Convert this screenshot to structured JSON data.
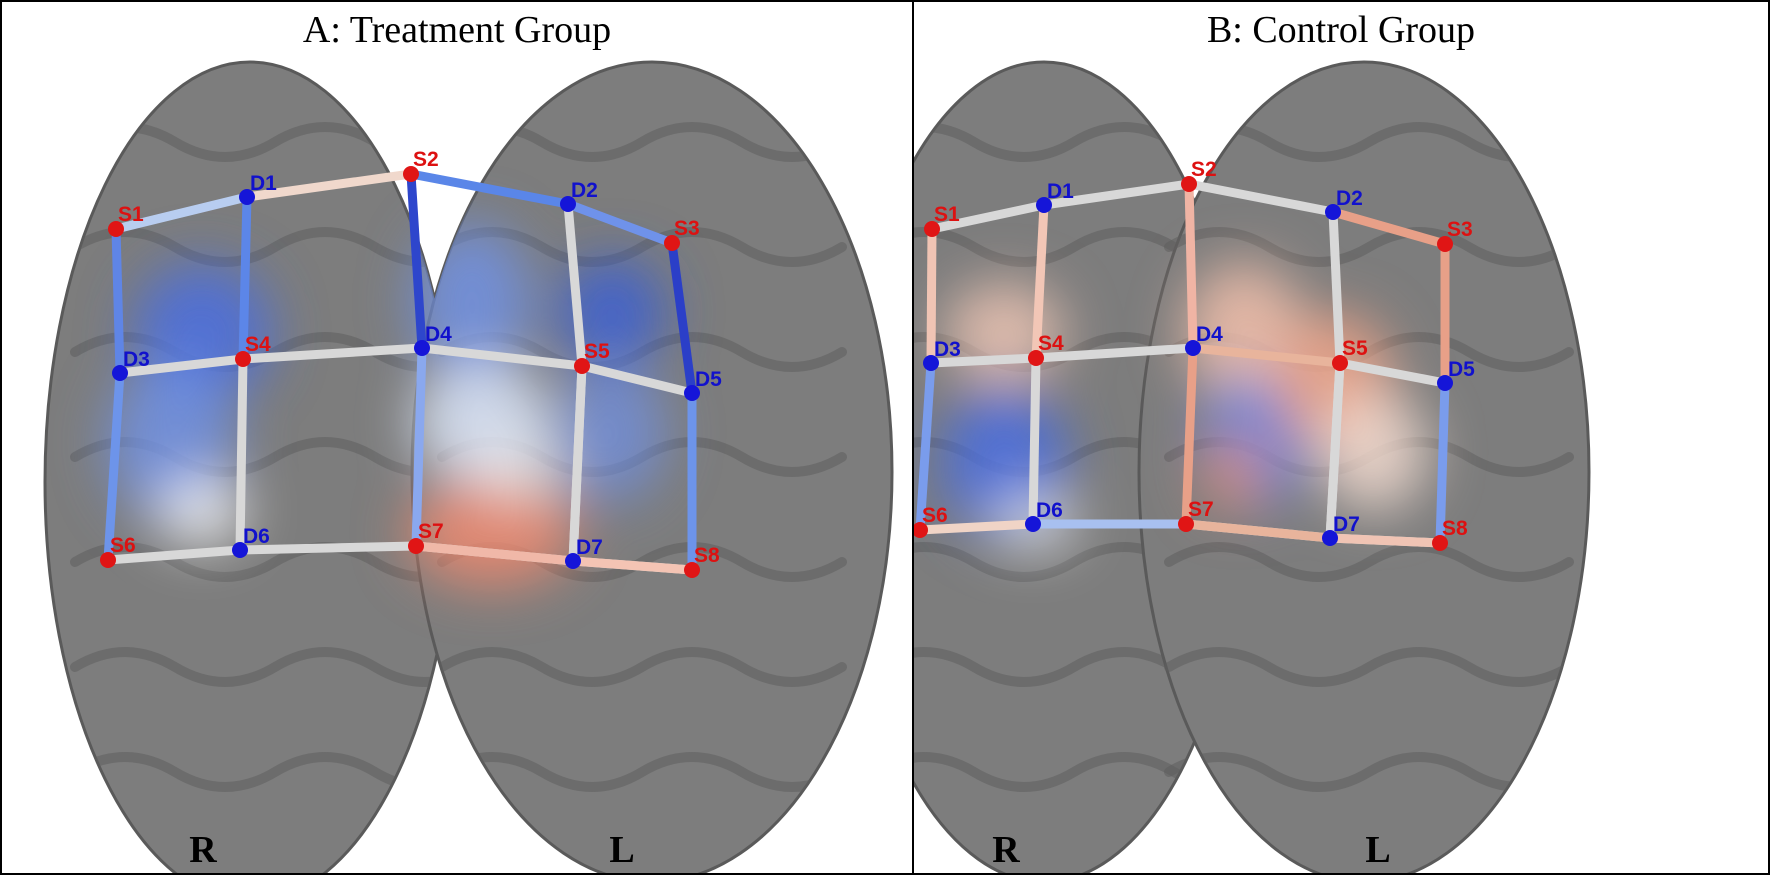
{
  "panels": [
    {
      "id": "a",
      "title": "A: Treatment Group",
      "right_label": "R",
      "left_label": "L",
      "channel_colors": [
        "#b8cdf0",
        "#f0d8cc",
        "#5a86e8",
        "#6f92ea",
        "#5f85e6",
        "#2e46cc",
        "#2b3fc8",
        "#5c86e8",
        "#d8d8d8",
        "#d8d8d8",
        "#d8d8d8",
        "#d8d8d8",
        "#d8d8d8",
        "#d8d8d8",
        "#d8d8d8",
        "#6d94ea",
        "#8aa8ee",
        "#6d94ea",
        "#d8d8d8",
        "#d8d8d8",
        "#d8d8d8",
        "#d8d8d8",
        "#d8d8d8",
        "#f0b8a8",
        "#f4c4b4"
      ],
      "sources": [
        "S1",
        "S2",
        "S3",
        "S4",
        "S5",
        "S6",
        "S7",
        "S8"
      ],
      "detectors": [
        "D1",
        "D2",
        "D3",
        "D4",
        "D5",
        "D6",
        "D7"
      ]
    },
    {
      "id": "b",
      "title": "B: Control Group",
      "right_label": "R",
      "left_label": "L",
      "channel_colors": [
        "#d8d8d8",
        "#d8d8d8",
        "#d8d8d8",
        "#e8a088",
        "#f0c4b4",
        "#f0b4a4",
        "#e8a088",
        "#f2c6b6",
        "#d8d8d8",
        "#d8d8d8",
        "#e8b49c",
        "#d8d8d8",
        "#d8d8d8",
        "#d8d8d8",
        "#d8d8d8",
        "#7a9cec",
        "#e8a088",
        "#7a9cec",
        "#f0d4c6",
        "#a8c0f0",
        "#d8d8d8",
        "#d8d8d8",
        "#d8d8d8",
        "#e8b49c",
        "#f0c4b4"
      ],
      "sources": [
        "S1",
        "S2",
        "S3",
        "S4",
        "S5",
        "S6",
        "S7",
        "S8"
      ],
      "detectors": [
        "D1",
        "D2",
        "D3",
        "D4",
        "D5",
        "D6",
        "D7"
      ]
    }
  ]
}
